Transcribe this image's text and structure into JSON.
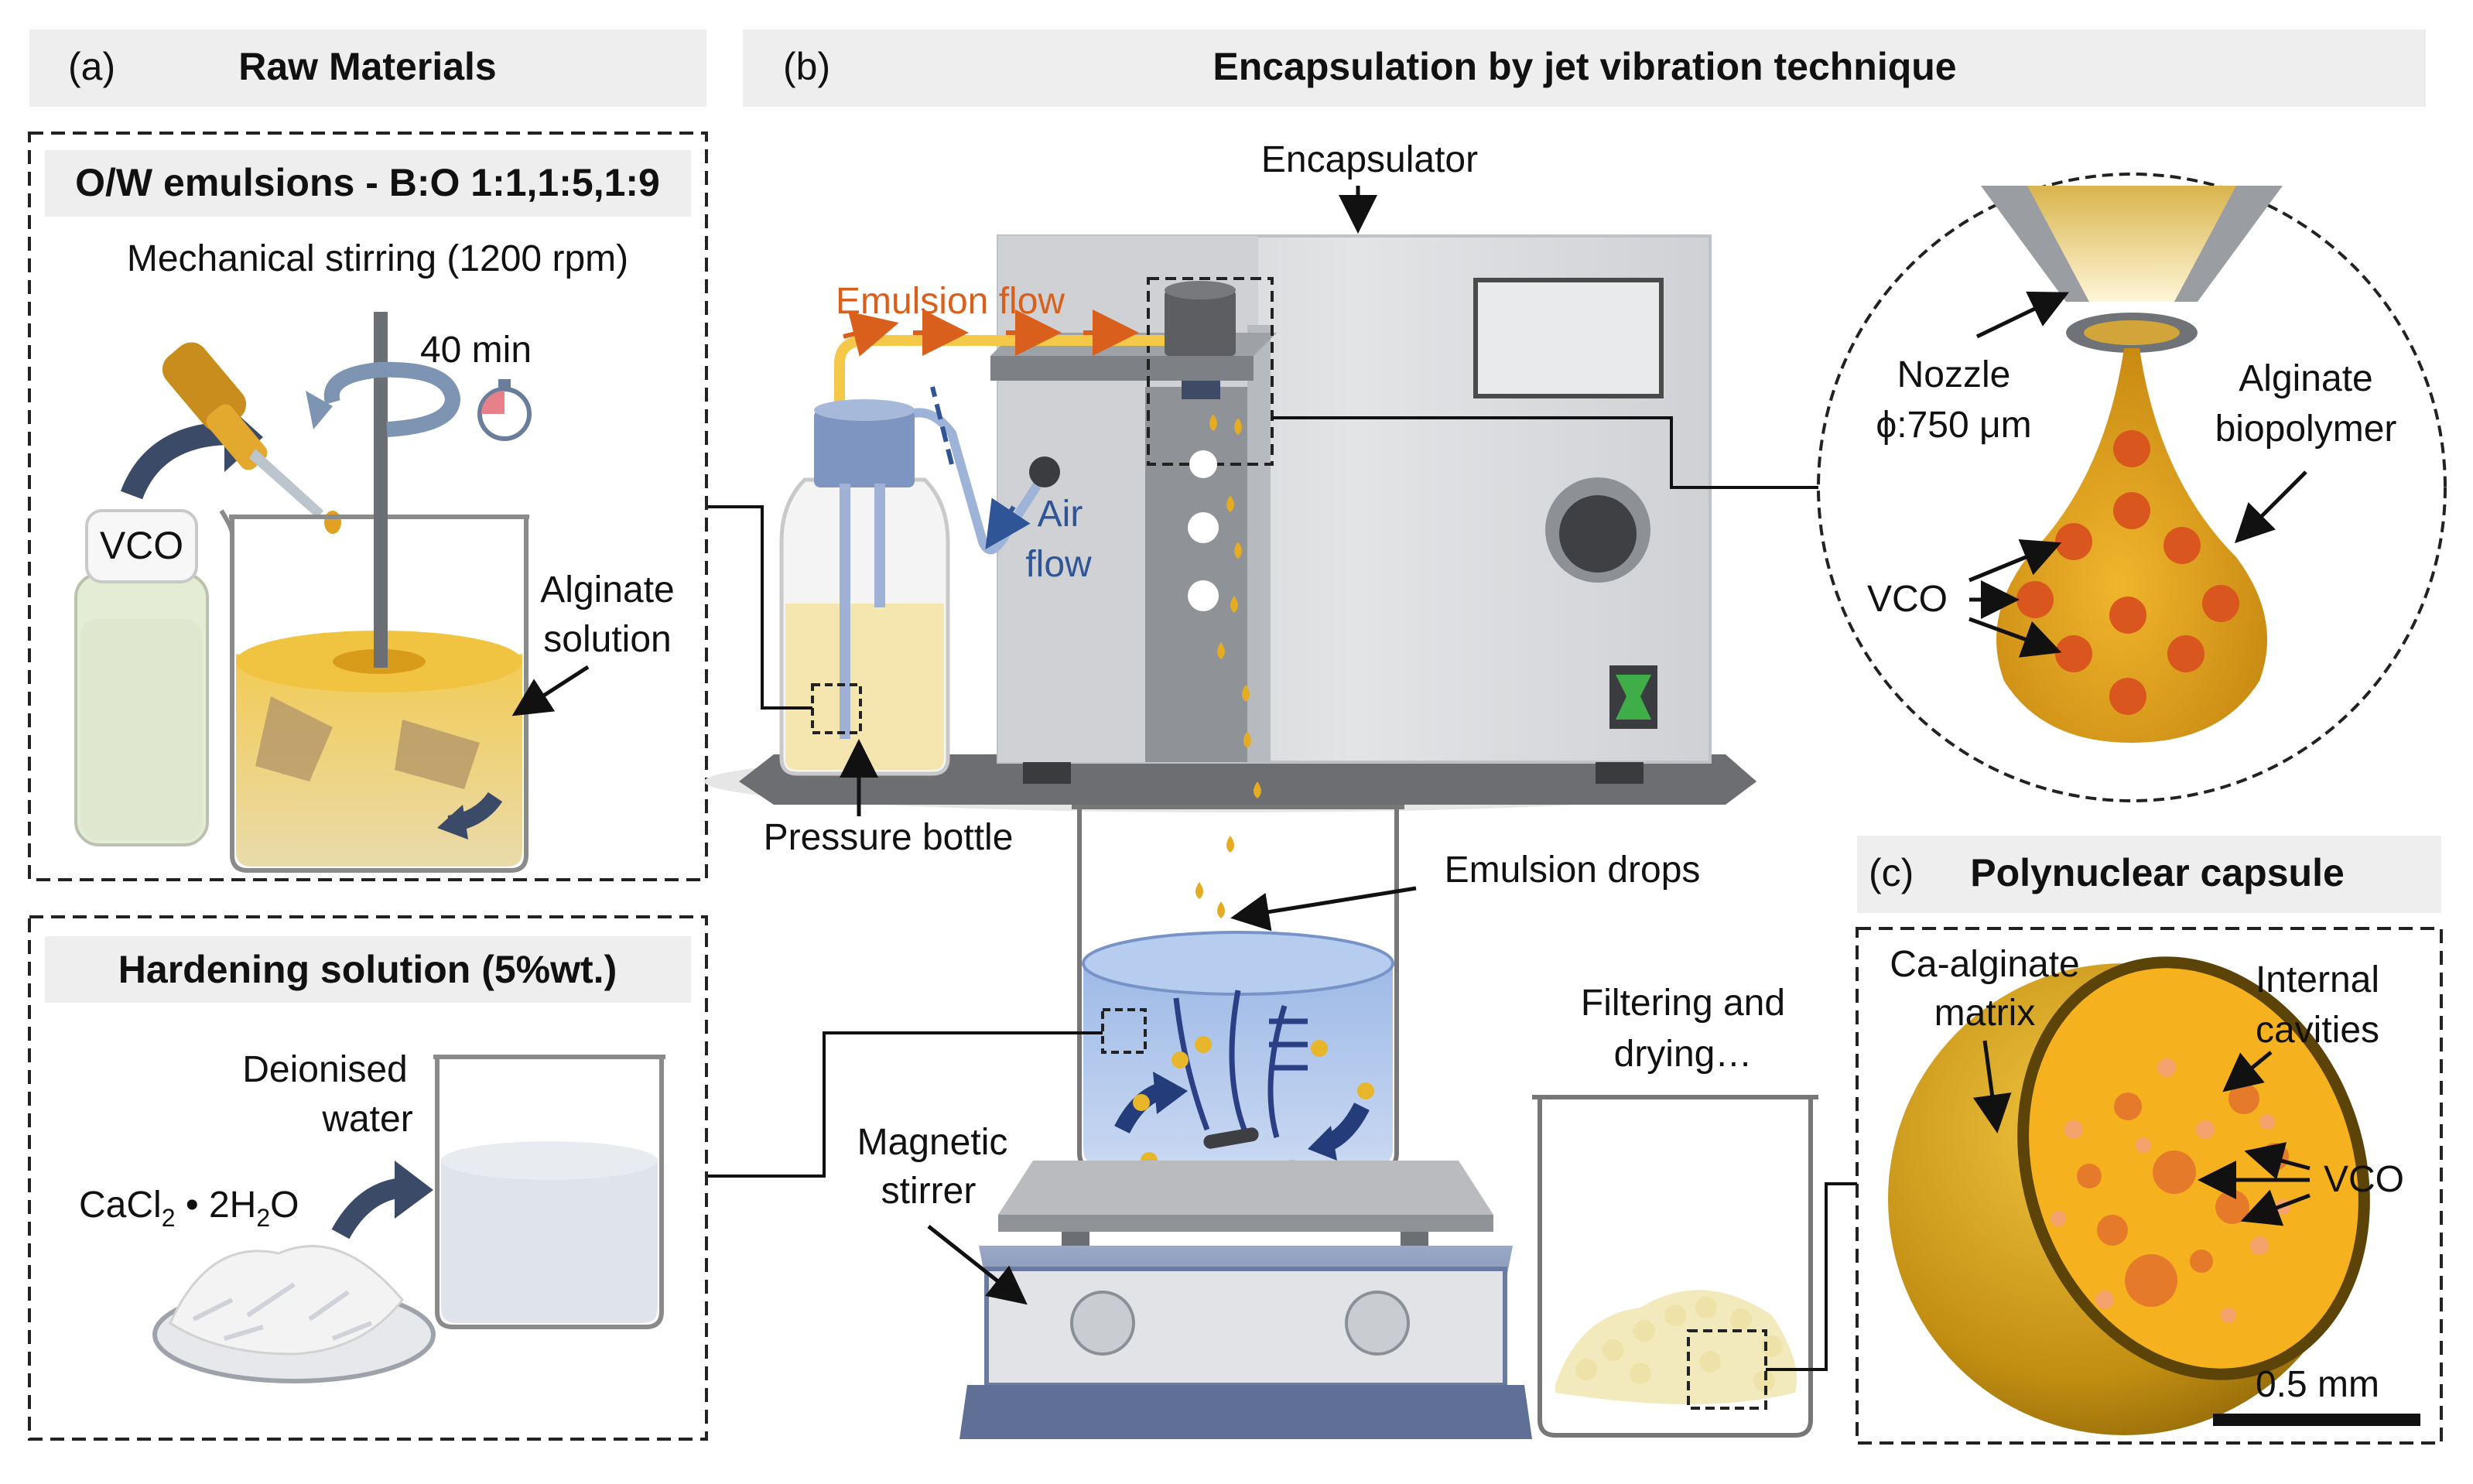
{
  "panel_a": {
    "letter": "(a)",
    "title": "Raw Materials",
    "emulsion_box": {
      "title": "O/W emulsions - B:O 1:1,1:5,1:9",
      "stirring": "Mechanical stirring (1200 rpm)",
      "time": "40 min",
      "vco_label": "VCO",
      "alginate_line1": "Alginate",
      "alginate_line2": "solution"
    },
    "hardening_box": {
      "title": "Hardening solution (5%wt.)",
      "water_line1": "Deionised",
      "water_line2": "water",
      "salt_base": "CaCl",
      "salt_sub1": "2",
      "salt_mid": " • 2H",
      "salt_sub2": "2",
      "salt_end": "O"
    }
  },
  "panel_b": {
    "letter": "(b)",
    "title": "Encapsulation by jet vibration technique",
    "encapsulator": "Encapsulator",
    "emulsion_flow": "Emulsion flow",
    "air_line1": "Air",
    "air_line2": "flow",
    "pressure_bottle": "Pressure bottle",
    "emulsion_drops": "Emulsion drops",
    "stirrer_line1": "Magnetic",
    "stirrer_line2": "stirrer",
    "filter_line1": "Filtering and",
    "filter_line2": "drying…",
    "zoom": {
      "nozzle_line1": "Nozzle",
      "nozzle_line2": "ϕ:750 μm",
      "alginate_line1": "Alginate",
      "alginate_line2": "biopolymer",
      "vco": "VCO"
    }
  },
  "panel_c": {
    "letter": "(c)",
    "title": "Polynuclear capsule",
    "matrix_line1": "Ca-alginate",
    "matrix_line2": "matrix",
    "cavities_line1": "Internal",
    "cavities_line2": "cavities",
    "vco": "VCO",
    "scale": "0.5 mm"
  },
  "colors": {
    "header_bg": "#eeeeee",
    "alginate": "#e6b22a",
    "vco_orange": "#e0622a",
    "emulsion_flow": "#d9601c",
    "air_flow": "#2f5596",
    "water_blue": "#a8c4ec",
    "machine_grey": "#d7d9dc",
    "capsule_gold": "#c9960e",
    "cavity_yellow": "#f6b21e"
  }
}
